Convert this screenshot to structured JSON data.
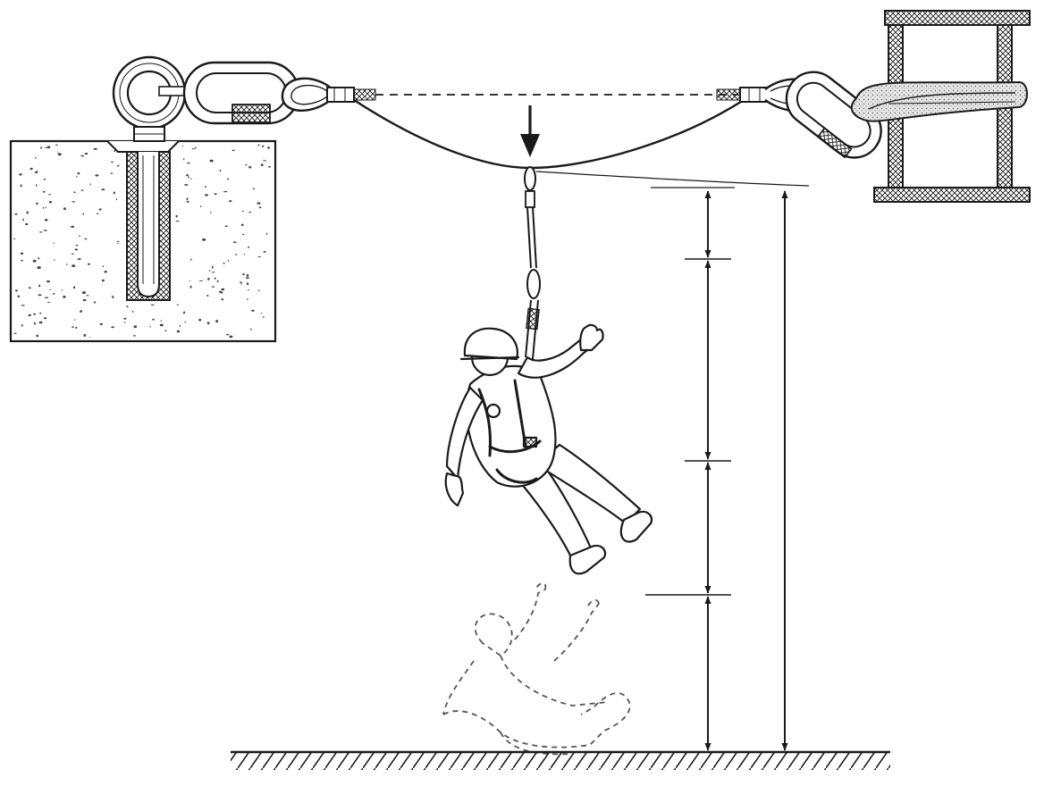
{
  "diagram": {
    "labels": [],
    "colors": {
      "ink": "#1a1a1a",
      "paper": "#ffffff",
      "ghost": "#555555",
      "concrete_speck": "#444444",
      "sling_fill": "#d9d9d9"
    },
    "components": [
      "concrete-block",
      "anchor-bolt",
      "eye-bolt",
      "left-carabiner",
      "left-cable-thimble",
      "horizontal-lifeline-cable",
      "right-cable-thimble",
      "right-carabiner",
      "webbing-sling",
      "steel-i-beam",
      "load-arrow",
      "lanyard",
      "worker-with-harness",
      "falling-worker-outline",
      "ground-surface"
    ],
    "dimension_arrows": [
      {
        "name": "cable-sag",
        "segment": 1
      },
      {
        "name": "lanyard-length",
        "segment": 2
      },
      {
        "name": "worker-height",
        "segment": 3
      },
      {
        "name": "safety-clearance",
        "segment": 4
      },
      {
        "name": "total-fall-clearance",
        "segment": 0
      }
    ]
  }
}
